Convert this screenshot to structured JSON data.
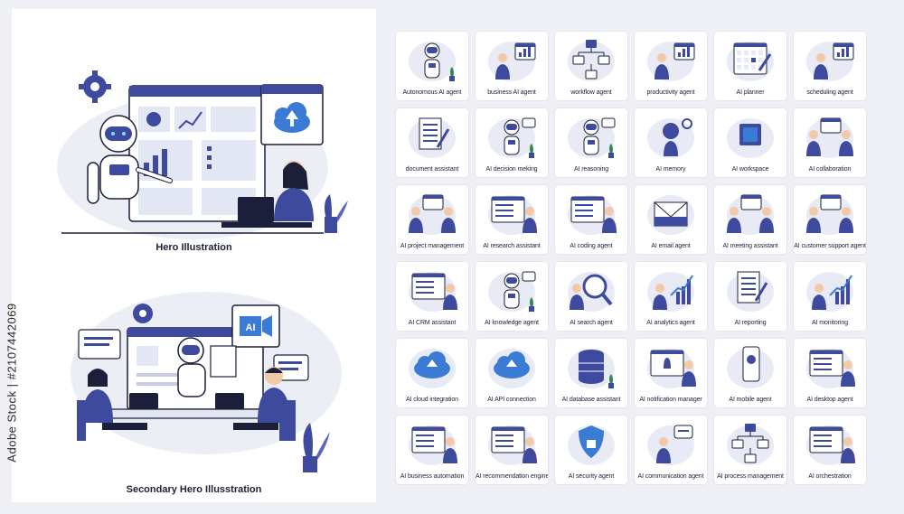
{
  "watermark": "Adobe Stock | #2107442069",
  "hero": {
    "caption": "Hero Illustration"
  },
  "secondary_hero": {
    "caption": "Secondary Hero Illusstration"
  },
  "colors": {
    "primary": "#3d4a9e",
    "light": "#e8ebf5",
    "accent_green": "#2e8b57",
    "cloud_blue": "#3a7bd5"
  },
  "cards": [
    {
      "label": "Autonomous AI agent",
      "icon": "robot-icon"
    },
    {
      "label": "business AI agent",
      "icon": "presenter-icon"
    },
    {
      "label": "workflow agent",
      "icon": "flowchart-icon"
    },
    {
      "label": "productivity agent",
      "icon": "laptop-user-icon"
    },
    {
      "label": "AI planner",
      "icon": "calendar-pencil-icon"
    },
    {
      "label": "scheduling agent",
      "icon": "calendar-user-icon"
    },
    {
      "label": "document assistant",
      "icon": "document-icon"
    },
    {
      "label": "AI decision meking",
      "icon": "robot-question-icon"
    },
    {
      "label": "AI reasoning",
      "icon": "robot-gears-icon"
    },
    {
      "label": "AI memory",
      "icon": "brain-icon"
    },
    {
      "label": "AI workspace",
      "icon": "ai-chip-icon"
    },
    {
      "label": "AI collaboration",
      "icon": "team-screen-icon"
    },
    {
      "label": "AI project management",
      "icon": "board-users-icon"
    },
    {
      "label": "AI research assistant",
      "icon": "search-ai-icon"
    },
    {
      "label": "AI coding agent",
      "icon": "code-window-icon"
    },
    {
      "label": "AI email agent",
      "icon": "envelope-icon"
    },
    {
      "label": "AI meeting assistant",
      "icon": "meeting-icon"
    },
    {
      "label": "AI customer support agent",
      "icon": "headset-icon"
    },
    {
      "label": "AI CRM assistant",
      "icon": "crm-icon"
    },
    {
      "label": "AI knowledge agent",
      "icon": "robot-chat-icon"
    },
    {
      "label": "AI search agent",
      "icon": "magnifier-icon"
    },
    {
      "label": "AI analytics agent",
      "icon": "bar-chart-icon"
    },
    {
      "label": "AI reporting",
      "icon": "report-icon"
    },
    {
      "label": "AI monitoring",
      "icon": "trend-chart-icon"
    },
    {
      "label": "AI cloud integration",
      "icon": "cloud-upload-icon"
    },
    {
      "label": "AI API connection",
      "icon": "cloud-gear-icon"
    },
    {
      "label": "AI database assistant",
      "icon": "database-icon"
    },
    {
      "label": "AI notification manager",
      "icon": "bell-icon"
    },
    {
      "label": "AI mobile agent",
      "icon": "smartphone-icon"
    },
    {
      "label": "AI desktop agent",
      "icon": "monitor-icon"
    },
    {
      "label": "AI business automation",
      "icon": "dashboard-icon"
    },
    {
      "label": "AI recommendation engine",
      "icon": "gift-icon"
    },
    {
      "label": "AI security agent",
      "icon": "shield-lock-icon"
    },
    {
      "label": "AI communication agent",
      "icon": "chat-bubble-icon"
    },
    {
      "label": "AI process management",
      "icon": "process-icon"
    },
    {
      "label": "AI orchestration",
      "icon": "gears-window-icon"
    }
  ]
}
